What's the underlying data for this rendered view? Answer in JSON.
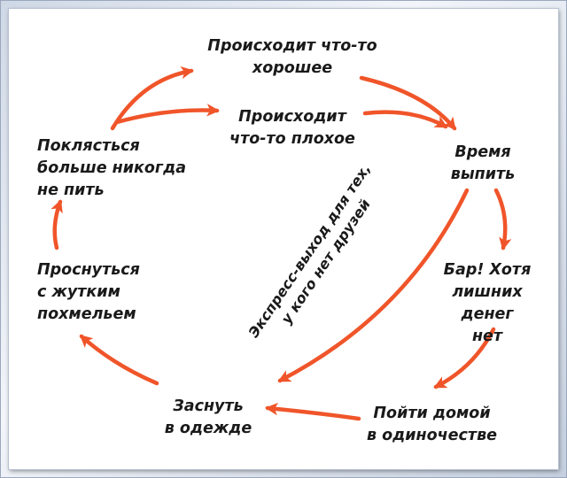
{
  "nodes": {
    "good": "Происходит что-то\nхорошее",
    "bad": "Происходит\nчто-то плохое",
    "drink": "Время\nвыпить",
    "bar": "Бар! Хотя\nлишних денег\nнет",
    "home": "Пойти домой\nв одиночестве",
    "sleep": "Заснуть\nв одежде",
    "wake": "Проснуться\nс жутким\nпохмельем",
    "vow": "Поклясться\nбольше никогда\nне пить"
  },
  "shortcut_label": "Экспресс-выход для тех,\nу кого нет друзей",
  "colors": {
    "arrow": "#f0552a",
    "text": "#1a1a1a"
  }
}
